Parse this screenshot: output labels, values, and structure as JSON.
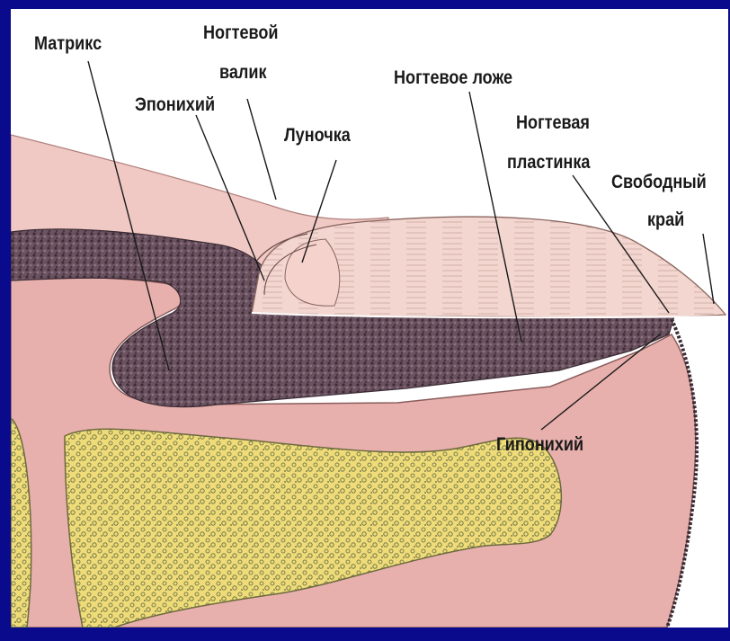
{
  "labels": {
    "matrix": "Матрикс",
    "nail_fold_line1": "Ногтевой",
    "nail_fold_line2": "валик",
    "eponychium": "Эпонихий",
    "lunula": "Луночка",
    "nail_bed": "Ногтевое ложе",
    "nail_plate_line1": "Ногтевая",
    "nail_plate_line2": "пластинка",
    "free_edge_line1": "Свободный",
    "free_edge_line2": "край",
    "hyponychium": "Гипонихий"
  },
  "colors": {
    "frame": "#0a0a8c",
    "skin": "#e7b0ad",
    "skin_pale": "#f1cbc6",
    "nail_plate": "#f3d6cf",
    "matrix_tissue": "#5a4450",
    "bone": "#f0de7a",
    "bone_texture": "#8a8a52"
  }
}
